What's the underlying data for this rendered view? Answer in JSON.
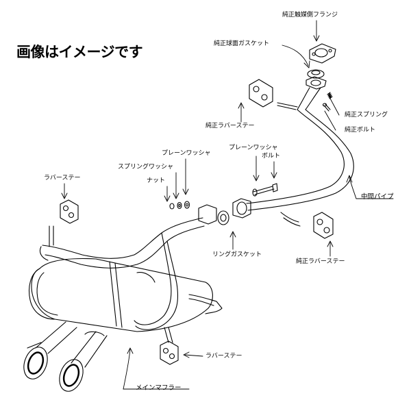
{
  "heading": "画像はイメージです",
  "labels": {
    "genuine_catalyst_flange": "純正触媒側フランジ",
    "genuine_spherical_gasket": "純正球面ガスケット",
    "genuine_spring": "純正スプリング",
    "genuine_bolt": "純正ボルト",
    "genuine_rubber_stay_top": "純正ラバーステー",
    "plain_washer_left": "プレーンワッシャ",
    "plain_washer_right": "プレーンワッシャ",
    "spring_washer": "スプリングワッシャ",
    "nut": "ナット",
    "bolt": "ボルト",
    "rubber_stay_left": "ラバーステー",
    "center_pipe": "中間パイプ",
    "ring_gasket": "リングガスケット",
    "genuine_rubber_stay_right": "純正ラバーステー",
    "rubber_stay_bottom": "ラバーステー",
    "main_muffler": "メインマフラー"
  }
}
